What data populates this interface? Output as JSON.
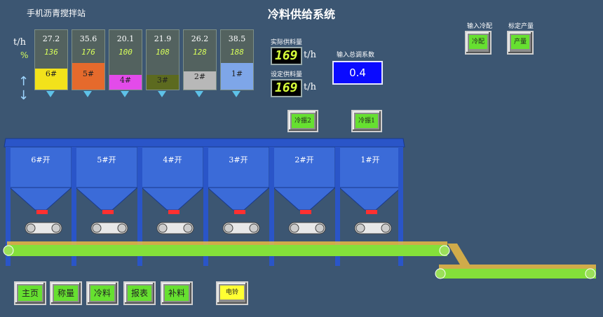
{
  "app_title": "手机沥青搅拌站",
  "main_title": "冷料供给系统",
  "units": {
    "flow": "t/h",
    "percent": "%"
  },
  "bins": [
    {
      "flow": "27.2",
      "setpoint": "136",
      "label": "6#",
      "fill_percent": 35,
      "color": "#f2e21b"
    },
    {
      "flow": "35.6",
      "setpoint": "176",
      "label": "5#",
      "fill_percent": 45,
      "color": "#e56a2c"
    },
    {
      "flow": "20.1",
      "setpoint": "100",
      "label": "4#",
      "fill_percent": 25,
      "color": "#e34bea"
    },
    {
      "flow": "21.9",
      "setpoint": "108",
      "label": "3#",
      "fill_percent": 25,
      "color": "#5c6a1f"
    },
    {
      "flow": "26.2",
      "setpoint": "128",
      "label": "2#",
      "fill_percent": 30,
      "color": "#b8b8b8"
    },
    {
      "flow": "38.5",
      "setpoint": "188",
      "label": "1#",
      "fill_percent": 45,
      "color": "#7ea6e8"
    }
  ],
  "actual_feed": {
    "label": "实际供料量",
    "value": "169",
    "unit": "t/h"
  },
  "set_feed": {
    "label": "设定供料量",
    "value": "169",
    "unit": "t/h"
  },
  "total_coef": {
    "label": "输入总调系数",
    "value": "0.4"
  },
  "config": {
    "label": "输入冷配",
    "button": "冷配"
  },
  "rated": {
    "label": "标定产量",
    "button": "产量"
  },
  "vibrators": [
    {
      "label": "冷振2"
    },
    {
      "label": "冷振1"
    }
  ],
  "hoppers": [
    "6#开",
    "5#开",
    "4#开",
    "3#开",
    "2#开",
    "1#开"
  ],
  "nav": [
    "主页",
    "称量",
    "冷料",
    "报表",
    "补料"
  ],
  "bell": "电铃"
}
